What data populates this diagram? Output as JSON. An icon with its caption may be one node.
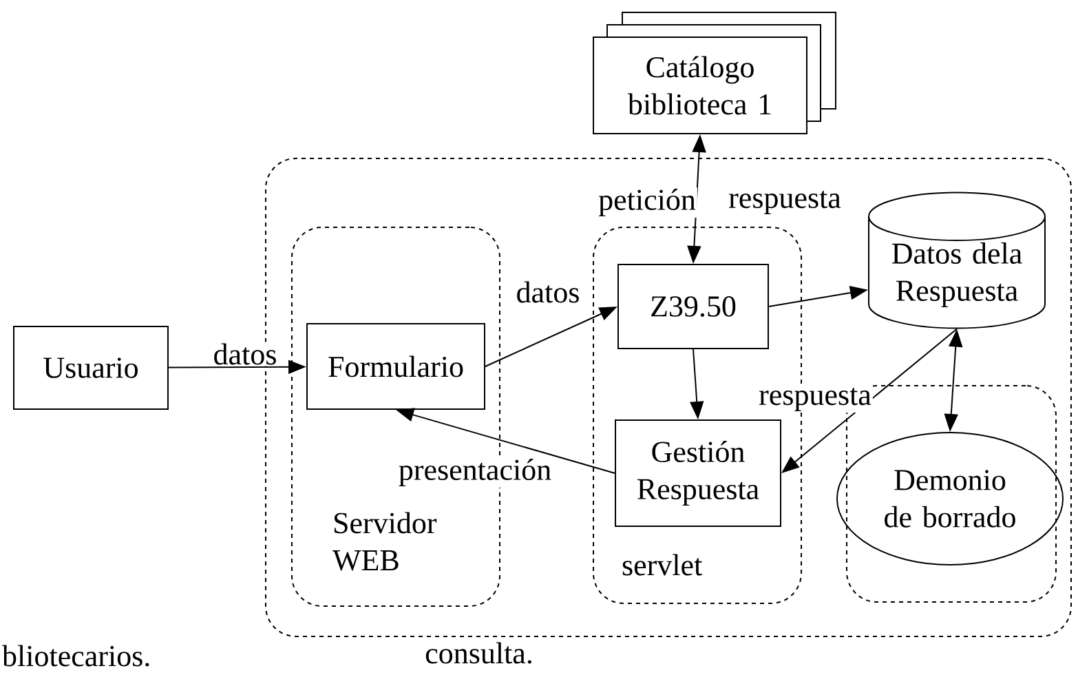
{
  "diagram": {
    "nodes": [
      {
        "text": [
          "Usuario"
        ]
      },
      {
        "text": [],
        "shape": "box"
      },
      {
        "text": [
          "Servidor WEB"
        ],
        "in": 1
      },
      {
        "text": [
          "Formulario"
        ],
        "in": 2
      },
      {
        "text": [
          "servlet"
        ],
        "in": 1
      },
      {
        "text": [
          "Z39.50"
        ],
        "in": 4
      },
      {
        "text": [
          "Gestión Respuesta"
        ],
        "in": 4
      },
      {
        "text": [
          "Catálogo biblioteca 1"
        ]
      },
      {
        "text": [
          "Datos dela Respuesta"
        ],
        "in": 1
      },
      {
        "text": [],
        "shape": "box",
        "in": 1
      },
      {
        "text": [
          "Demonio de borrado"
        ],
        "in": 9
      }
    ],
    "edges": [
      {
        "from": 0,
        "to": 3,
        "arrow": "to",
        "label": "datos"
      },
      {
        "from": 3,
        "to": 5,
        "arrow": "to",
        "label": "datos"
      },
      {
        "from": 6,
        "to": 3,
        "arrow": "to",
        "label": "presentación"
      },
      {
        "from": 7,
        "to": 5,
        "arrow": "both",
        "label": "petición"
      },
      {
        "from": 5,
        "to": 8,
        "arrow": "to"
      },
      {
        "from": 5,
        "to": 6,
        "arrow": "to"
      },
      {
        "from": 8,
        "to": 6,
        "arrow": "to",
        "label": "respuesta"
      },
      {
        "from": 8,
        "to": 10,
        "arrow": "both"
      }
    ],
    "labels": [
      "respuesta",
      "bliotecarios.",
      "consulta."
    ]
  }
}
